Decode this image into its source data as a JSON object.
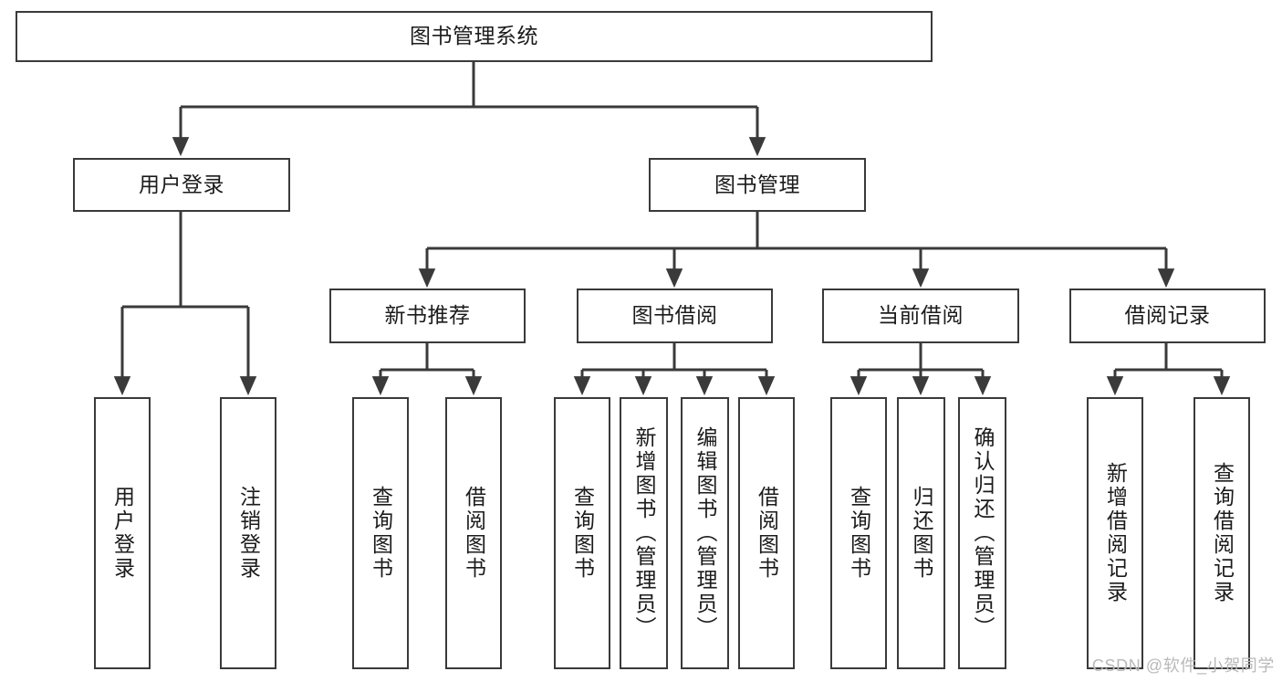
{
  "diagram": {
    "type": "tree",
    "title": "图书管理系统",
    "colors": {
      "stroke": "#3a3a3a",
      "fill": "#ffffff",
      "text": "#1b1b1b",
      "watermark": "#b9b9b9"
    },
    "nodes": {
      "root": {
        "label": "图书管理系统"
      },
      "level2": [
        {
          "id": "user-login",
          "label": "用户登录"
        },
        {
          "id": "book-manage",
          "label": "图书管理"
        }
      ],
      "level3": [
        {
          "id": "new-book-recommend",
          "label": "新书推荐"
        },
        {
          "id": "book-borrow",
          "label": "图书借阅"
        },
        {
          "id": "current-borrow",
          "label": "当前借阅"
        },
        {
          "id": "borrow-record",
          "label": "借阅记录"
        }
      ],
      "leaves": {
        "user_login": [
          {
            "id": "leaf-user-login",
            "label": "用户登录"
          },
          {
            "id": "leaf-logout-login",
            "label": "注销登录"
          }
        ],
        "new_book_recommend": [
          {
            "id": "leaf-query-book-1",
            "label": "查询图书"
          },
          {
            "id": "leaf-borrow-book-1",
            "label": "借阅图书"
          }
        ],
        "book_borrow": [
          {
            "id": "leaf-query-book-2",
            "label": "查询图书"
          },
          {
            "id": "leaf-add-book",
            "label": "新增图书（管理员）"
          },
          {
            "id": "leaf-edit-book",
            "label": "编辑图书（管理员）"
          },
          {
            "id": "leaf-borrow-book-2",
            "label": "借阅图书"
          }
        ],
        "current_borrow": [
          {
            "id": "leaf-query-book-3",
            "label": "查询图书"
          },
          {
            "id": "leaf-return-book",
            "label": "归还图书"
          },
          {
            "id": "leaf-confirm-return",
            "label": "确认归还（管理员）"
          }
        ],
        "borrow_record": [
          {
            "id": "leaf-add-record",
            "label": "新增借阅记录"
          },
          {
            "id": "leaf-query-record",
            "label": "查询借阅记录"
          }
        ]
      }
    }
  },
  "watermark": {
    "text": "CSDN @软件_小贺同学"
  }
}
